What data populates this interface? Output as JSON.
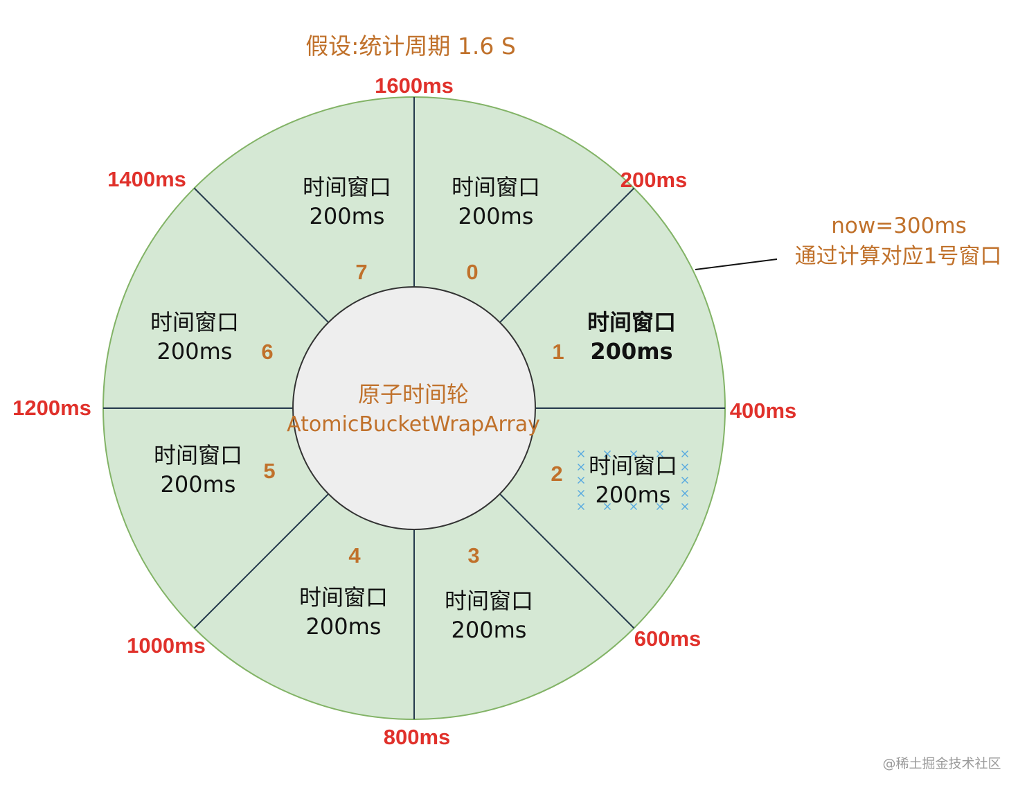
{
  "title": "假设:统计周期 1.6 S",
  "hub": {
    "line1": "原子时间轮",
    "line2": "AtomicBucketWrapArray"
  },
  "ticks": [
    "1600ms",
    "200ms",
    "400ms",
    "600ms",
    "800ms",
    "1000ms",
    "1200ms",
    "1400ms"
  ],
  "windows": [
    {
      "index": "0",
      "label": "时间窗口",
      "duration": "200ms",
      "bold": false,
      "marked": false
    },
    {
      "index": "1",
      "label": "时间窗口",
      "duration": "200ms",
      "bold": true,
      "marked": false
    },
    {
      "index": "2",
      "label": "时间窗口",
      "duration": "200ms",
      "bold": false,
      "marked": true
    },
    {
      "index": "3",
      "label": "时间窗口",
      "duration": "200ms",
      "bold": false,
      "marked": false
    },
    {
      "index": "4",
      "label": "时间窗口",
      "duration": "200ms",
      "bold": false,
      "marked": false
    },
    {
      "index": "5",
      "label": "时间窗口",
      "duration": "200ms",
      "bold": false,
      "marked": false
    },
    {
      "index": "6",
      "label": "时间窗口",
      "duration": "200ms",
      "bold": false,
      "marked": false
    },
    {
      "index": "7",
      "label": "时间窗口",
      "duration": "200ms",
      "bold": false,
      "marked": false
    }
  ],
  "note": {
    "line1": "now=300ms",
    "line2": "通过计算对应1号窗口"
  },
  "watermark": "@稀土掘金技术社区",
  "colors": {
    "ring_fill": "#d5e8d4",
    "ring_stroke": "#82b366",
    "hub_fill": "#eeeeee",
    "hub_stroke": "#333333",
    "divider": "#23384b",
    "tick_label": "#e0312b",
    "accent": "#c0712b",
    "text": "#111111",
    "marker": "#55a8e0",
    "watermark": "#9a9a9a"
  }
}
